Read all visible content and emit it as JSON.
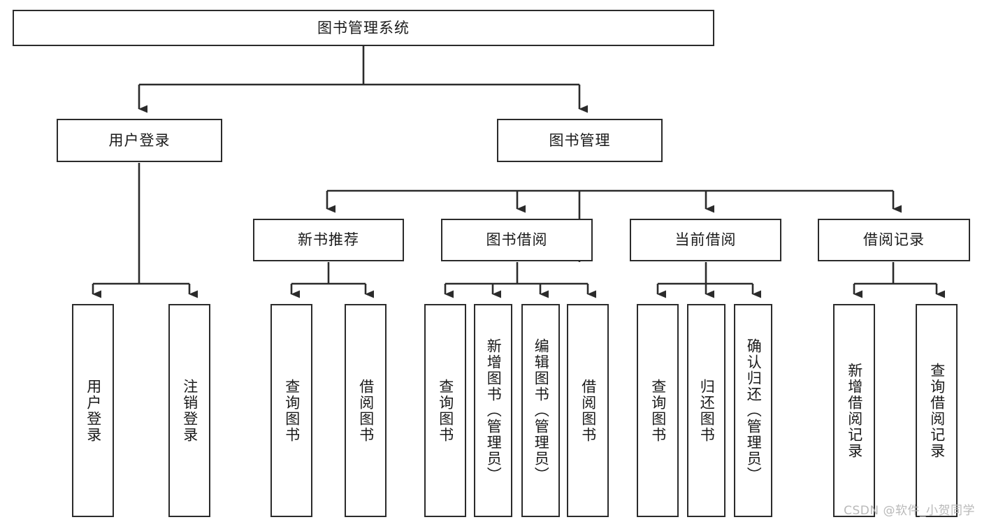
{
  "diagram": {
    "title": "图书管理系统",
    "type": "tree",
    "watermark": "CSDN @软件_小贺同学",
    "stroke_color": "#2b2b2b",
    "fill_color": "#ffffff",
    "text_color": "#1a1a1a",
    "nodes": {
      "root": {
        "label": "图书管理系统"
      },
      "level2": [
        {
          "id": "user-login",
          "label": "用户登录"
        },
        {
          "id": "book-manage",
          "label": "图书管理"
        }
      ],
      "level3": [
        {
          "id": "new-book-rec",
          "label": "新书推荐"
        },
        {
          "id": "book-borrow",
          "label": "图书借阅"
        },
        {
          "id": "current-borrow",
          "label": "当前借阅"
        },
        {
          "id": "borrow-record",
          "label": "借阅记录"
        }
      ],
      "leaves": {
        "user_login": [
          {
            "id": "leaf-user-login",
            "label": "用户登录"
          },
          {
            "id": "leaf-user-logout",
            "label": "注销登录"
          }
        ],
        "new_book_rec": [
          {
            "id": "leaf-query-book-1",
            "label": "查询图书"
          },
          {
            "id": "leaf-borrow-book-1",
            "label": "借阅图书"
          }
        ],
        "book_borrow": [
          {
            "id": "leaf-query-book-2",
            "label": "查询图书"
          },
          {
            "id": "leaf-add-book",
            "label": "新增图书（管理员）"
          },
          {
            "id": "leaf-edit-book",
            "label": "编辑图书（管理员）"
          },
          {
            "id": "leaf-borrow-book-2",
            "label": "借阅图书"
          }
        ],
        "current_borrow": [
          {
            "id": "leaf-query-book-3",
            "label": "查询图书"
          },
          {
            "id": "leaf-return-book",
            "label": "归还图书"
          },
          {
            "id": "leaf-confirm-return",
            "label": "确认归还（管理员）"
          }
        ],
        "borrow_record": [
          {
            "id": "leaf-add-record",
            "label": "新增借阅记录"
          },
          {
            "id": "leaf-query-record",
            "label": "查询借阅记录"
          }
        ]
      }
    }
  }
}
